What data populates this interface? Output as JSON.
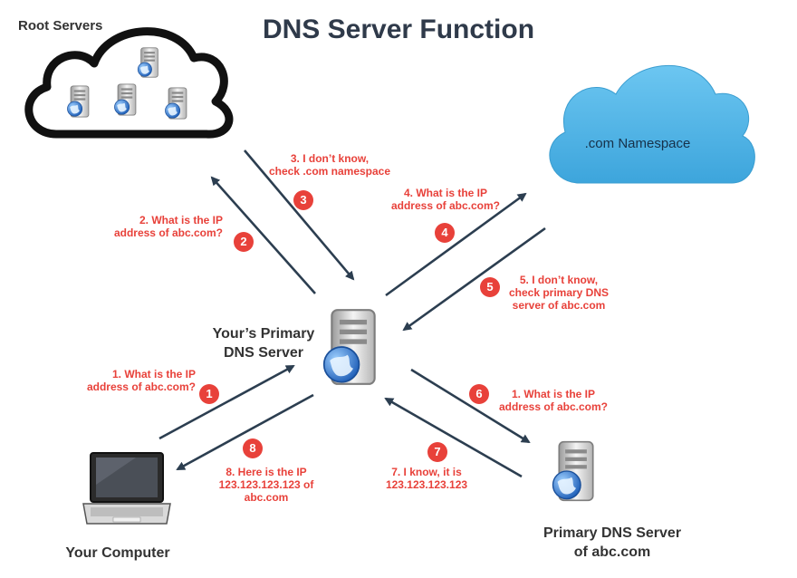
{
  "title": "DNS Server Function",
  "root_label": "Root Servers",
  "com_label": ".com Namespace",
  "primary_label": [
    "Your’s Primary",
    "DNS Server"
  ],
  "computer_label": "Your Computer",
  "abc_label": [
    "Primary DNS Server",
    "of abc.com"
  ],
  "steps": [
    {
      "badge": "1",
      "lines": [
        "1. What is the IP",
        "address of abc.com?"
      ]
    },
    {
      "badge": "2",
      "lines": [
        "2. What is the IP",
        "address of abc.com?"
      ]
    },
    {
      "badge": "3",
      "lines": [
        "3. I don’t know,",
        "check .com namespace"
      ]
    },
    {
      "badge": "4",
      "lines": [
        "4. What is the IP",
        "address of abc.com?"
      ]
    },
    {
      "badge": "5",
      "lines": [
        "5. I don’t know,",
        "check primary DNS",
        "server of abc.com"
      ]
    },
    {
      "badge": "6",
      "lines": [
        "1. What is the IP",
        "address of abc.com?"
      ]
    },
    {
      "badge": "7",
      "lines": [
        "7. I know, it is",
        "123.123.123.123"
      ]
    },
    {
      "badge": "8",
      "lines": [
        "8. Here is the IP",
        "123.123.123.123 of",
        "abc.com"
      ]
    }
  ],
  "colors": {
    "accent": "#e8413a",
    "arrow": "#2c3e50",
    "cloud_blue": "#4fb6e6",
    "title": "#2f3a4a"
  },
  "icons": [
    "server-icon",
    "globe-icon",
    "laptop-icon",
    "cloud-icon"
  ]
}
